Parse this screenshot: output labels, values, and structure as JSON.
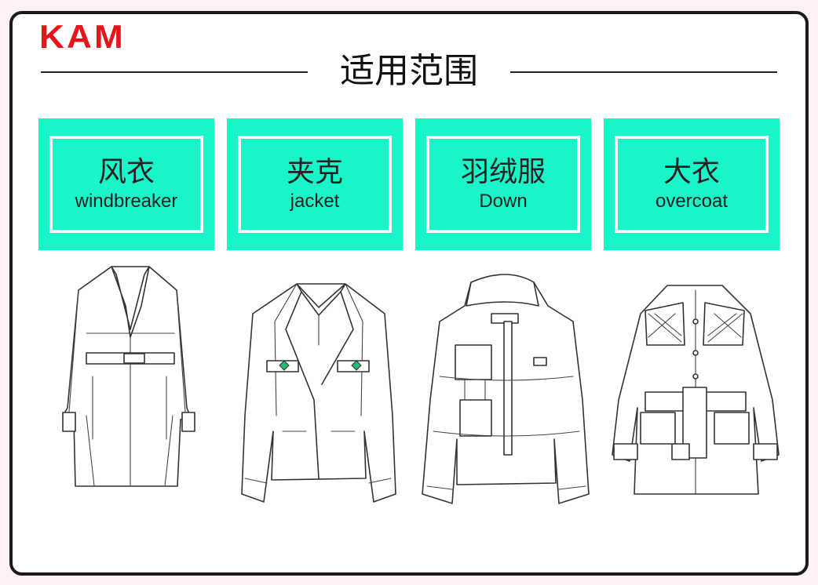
{
  "brand": {
    "logo_text": "KAM",
    "logo_color": "#e8141b"
  },
  "heading": {
    "title": "适用范围"
  },
  "accent_color": "#19f5c8",
  "categories": [
    {
      "zh": "风衣",
      "en": "windbreaker",
      "illustration": "trench-coat-illustration"
    },
    {
      "zh": "夹克",
      "en": "jacket",
      "illustration": "biker-jacket-illustration"
    },
    {
      "zh": "羽绒服",
      "en": "Down",
      "illustration": "down-jacket-illustration"
    },
    {
      "zh": "大衣",
      "en": "overcoat",
      "illustration": "belted-overcoat-illustration"
    }
  ]
}
